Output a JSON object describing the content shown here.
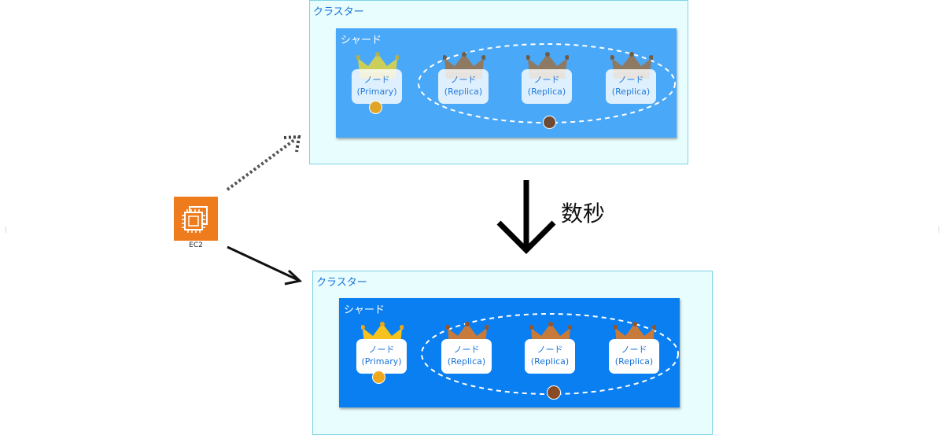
{
  "diagram": {
    "time_label": "数秒",
    "colors": {
      "cluster_bg": "#e8fdfe",
      "cluster_border": "#7fd3e6",
      "shard_before": "#4aa8f8",
      "shard_after": "#0a7ff2",
      "label_blue": "#1a73d9",
      "ec2_orange": "#ee7b1c",
      "primary_dot": "#f0a81c",
      "replica_dot": "#8a4a23"
    },
    "ec2": {
      "label": "EC2",
      "icon": "ec2-instance-icon"
    },
    "before": {
      "cluster_label": "クラスター",
      "shard_label": "シャード",
      "nodes": [
        {
          "line1": "ノード",
          "line2": "(Primary)",
          "role": "primary"
        },
        {
          "line1": "ノード",
          "line2": "(Replica)",
          "role": "replica"
        },
        {
          "line1": "ノード",
          "line2": "(Replica)",
          "role": "replica"
        },
        {
          "line1": "ノード",
          "line2": "(Replica)",
          "role": "replica"
        }
      ]
    },
    "after": {
      "cluster_label": "クラスター",
      "shard_label": "シャード",
      "nodes": [
        {
          "line1": "ノード",
          "line2": "(Primary)",
          "role": "primary"
        },
        {
          "line1": "ノード",
          "line2": "(Replica)",
          "role": "replica"
        },
        {
          "line1": "ノード",
          "line2": "(Replica)",
          "role": "replica"
        },
        {
          "line1": "ノード",
          "line2": "(Replica)",
          "role": "replica"
        }
      ]
    }
  }
}
